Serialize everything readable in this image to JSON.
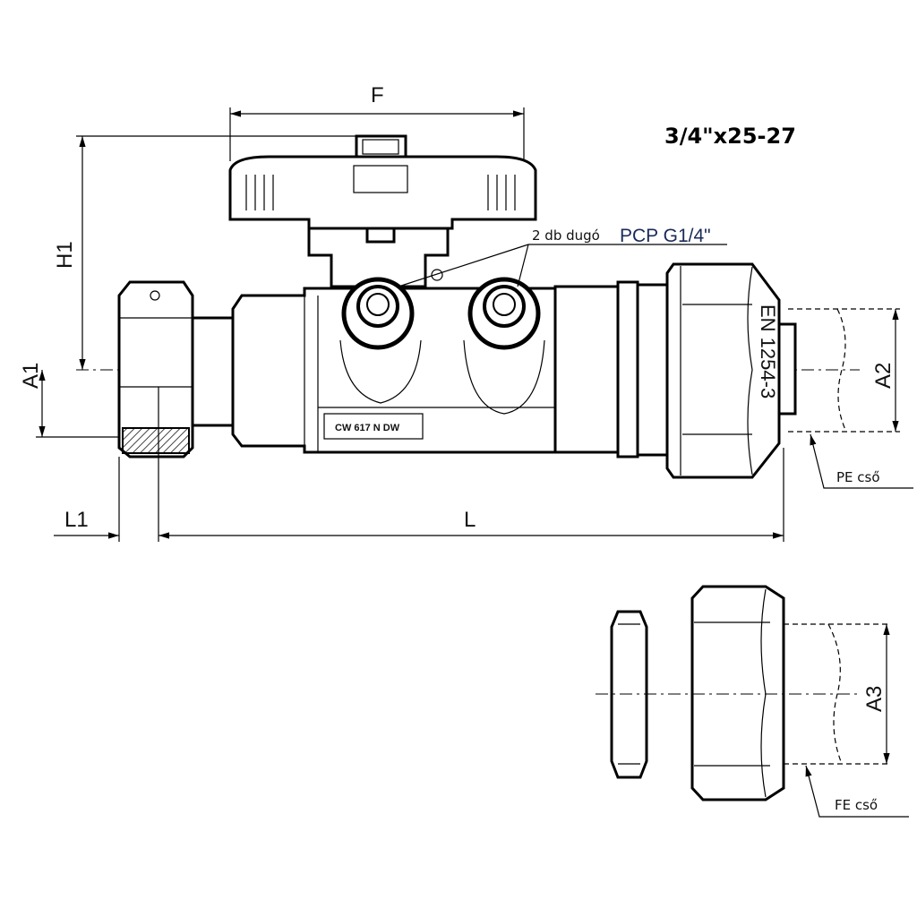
{
  "title": "3/4\"x25-27",
  "dimensions": {
    "F": "F",
    "H1": "H1",
    "A1": "A1",
    "A2": "A2",
    "A3": "A3",
    "L1": "L1",
    "L": "L"
  },
  "annotations": {
    "plugs_count": "2 db dugó",
    "plugs_type": "PCP G1/4\"",
    "material_stamp": "CW 617 N DW",
    "standard_stamp": "EN 1254-3",
    "pe_pipe": "PE cső",
    "fe_pipe": "FE cső"
  }
}
